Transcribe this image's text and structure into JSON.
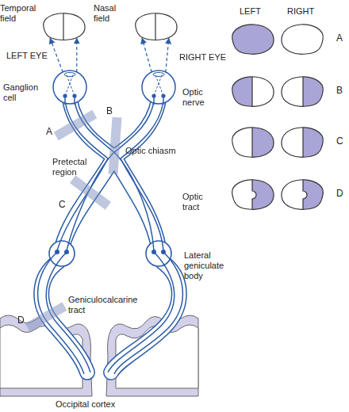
{
  "diagram": {
    "nodes": [
      {
        "text": [
          "Temporal field"
        ]
      },
      {
        "text": [
          "Nasal field"
        ]
      },
      {
        "text": [
          "LEFT EYE"
        ]
      },
      {
        "text": [
          "RIGHT EYE"
        ]
      }
    ],
    "edges": [
      {
        "from": 2,
        "to": 0,
        "arrow": "to"
      },
      {
        "from": 2,
        "to": 0,
        "arrow": "to"
      },
      {
        "from": 3,
        "to": 1,
        "arrow": "to"
      },
      {
        "from": 3,
        "to": 1,
        "arrow": "to"
      }
    ],
    "labels": [
      "Ganglion cell",
      "Optic nerve",
      "A",
      "B",
      "Optic chiasm",
      "Pretectal region",
      "C",
      "Optic tract",
      "Lateral geniculate body",
      "Geniculocalcarine tract",
      "D",
      "Occipital cortex",
      "LEFT",
      "RIGHT",
      "A",
      "B",
      "C",
      "D"
    ]
  }
}
